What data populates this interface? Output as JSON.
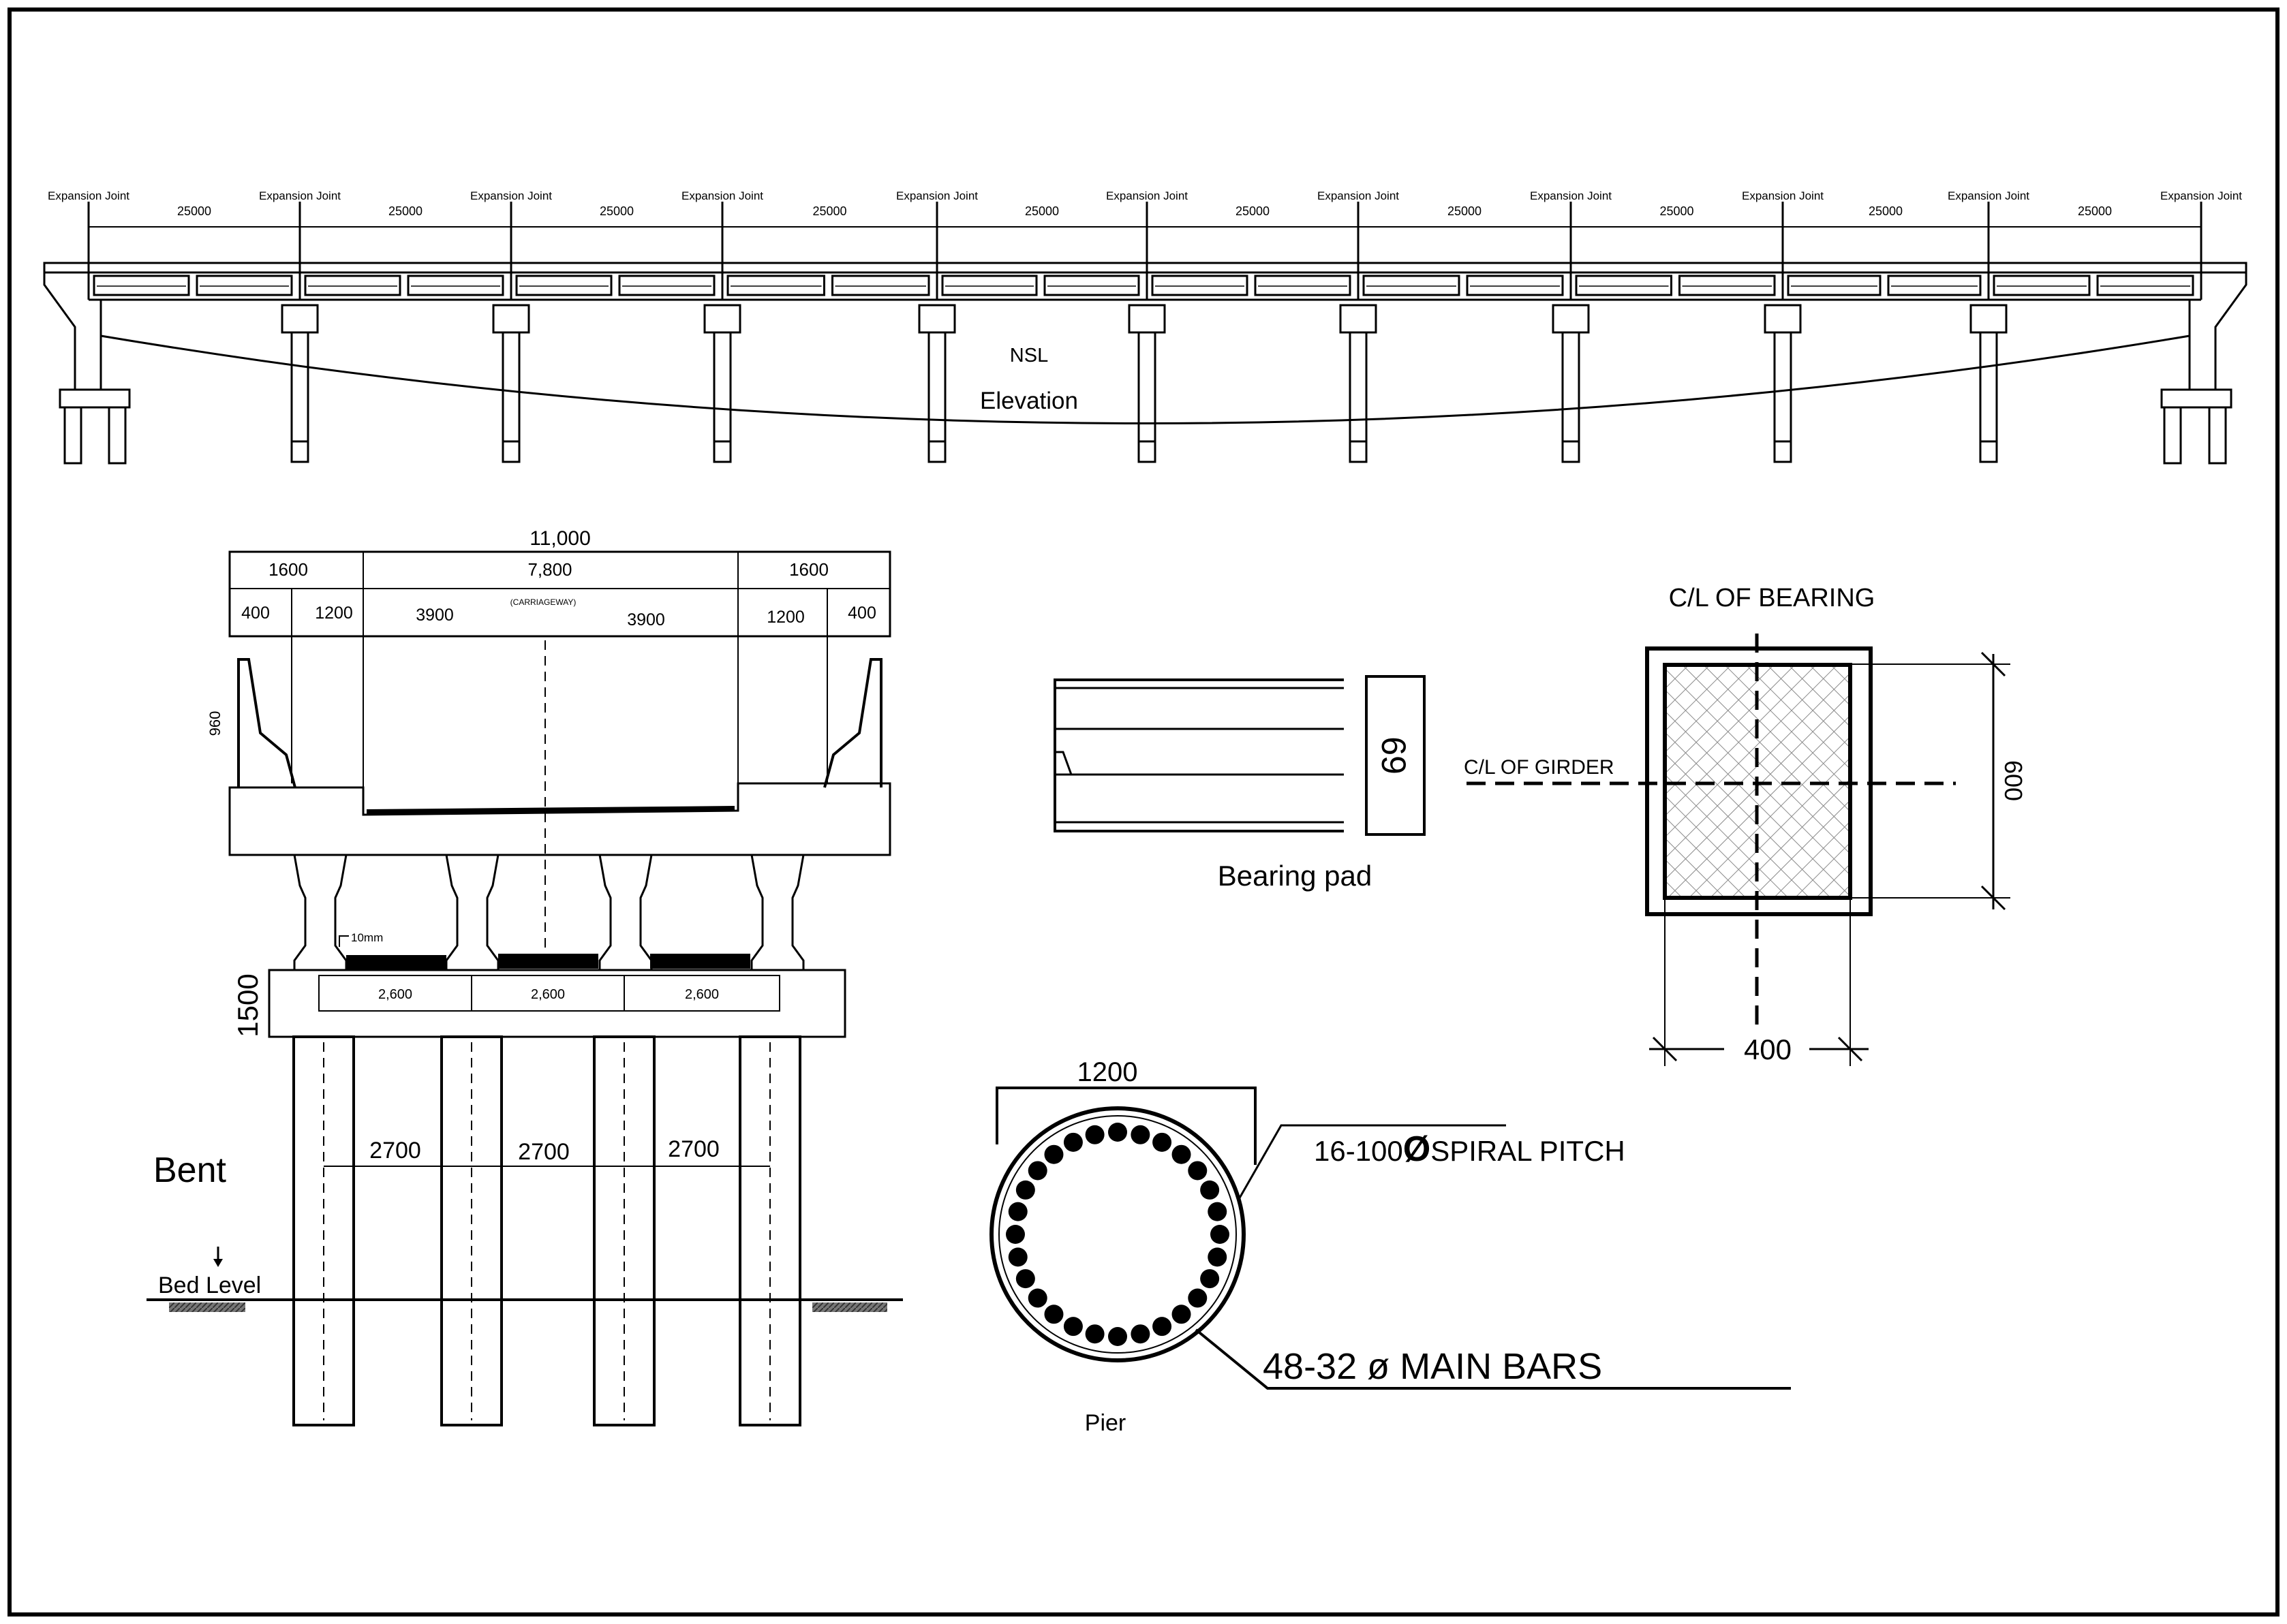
{
  "elevation": {
    "joint_label": "Expansion Joint",
    "span_label": "25000",
    "nsl_label": "NSL",
    "title": "Elevation"
  },
  "bent": {
    "title": "Bent",
    "total_width": "11,000",
    "footpath_width": "1600",
    "carriageway_width": "7,800",
    "sub_400": "400",
    "sub_1200": "1200",
    "half_carriageway": "3900",
    "carriageway_label": "(CARRIAGEWAY)",
    "parapet_height": "960",
    "gap_label": "10mm",
    "girder_spacing": "2,600",
    "cap_depth": "1500",
    "pile_spacing": "2700",
    "bed_level": "Bed Level"
  },
  "bearing_pad": {
    "title": "Bearing pad",
    "thickness": "69"
  },
  "bearing_plan": {
    "cl_bearing": "C/L OF BEARING",
    "cl_girder": "C/L OF GIRDER",
    "length": "600",
    "width": "400"
  },
  "pier": {
    "title": "Pier",
    "diameter": "1200",
    "spiral": "16-100",
    "spiral_symbol": "Ø",
    "spiral_suffix": "SPIRAL PITCH",
    "main_bars": "48-32 ø MAIN BARS"
  }
}
